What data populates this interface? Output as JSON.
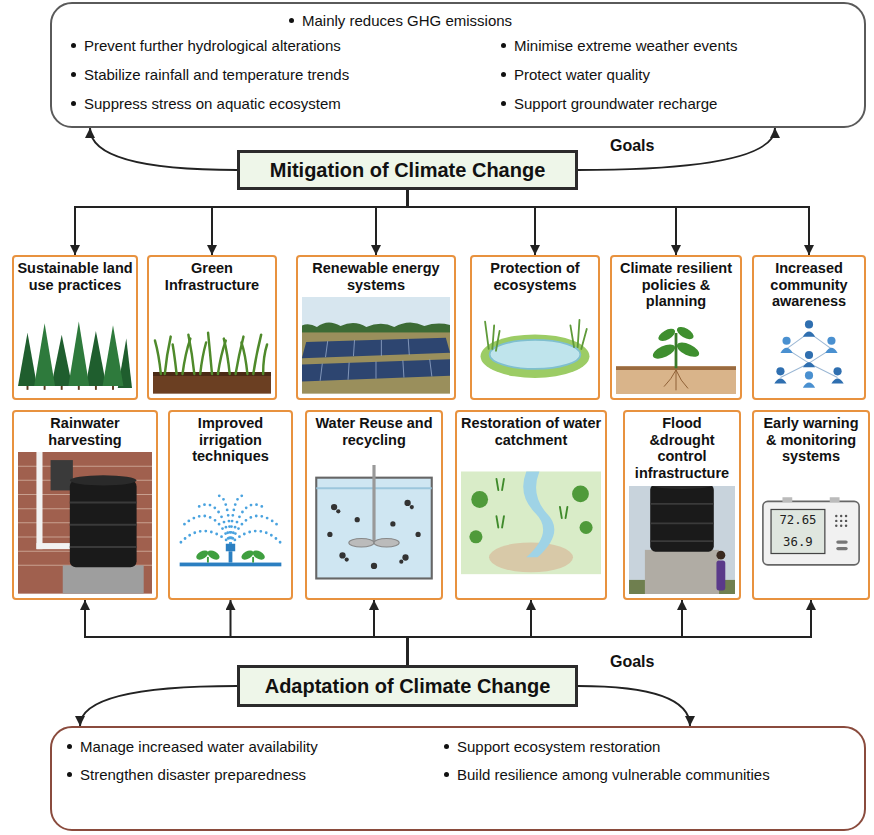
{
  "diagram": {
    "nodes": [
      {
        "text": [
          "Mainly reduces GHG emissions",
          "Prevent further hydrological alterations",
          "Minimise extreme weather events",
          "Stabilize rainfall and temperature trends",
          "Protect water quality",
          "Suppress stress on aquatic ecosystem",
          "Support groundwater recharge"
        ]
      },
      {
        "text": [
          "Mitigation of Climate Change"
        ]
      },
      {
        "text": [
          "Sustainable land use practices"
        ]
      },
      {
        "text": [
          "Green Infrastructure"
        ]
      },
      {
        "text": [
          "Renewable energy systems"
        ]
      },
      {
        "text": [
          "Protection of ecosystems"
        ]
      },
      {
        "text": [
          "Climate resilient policies & planning"
        ]
      },
      {
        "text": [
          "Increased community awareness"
        ]
      },
      {
        "text": [
          "Rainwater harvesting"
        ]
      },
      {
        "text": [
          "Improved irrigation techniques"
        ]
      },
      {
        "text": [
          "Water Reuse and recycling"
        ]
      },
      {
        "text": [
          "Restoration of water catchment"
        ]
      },
      {
        "text": [
          "Flood &drought control infrastructure"
        ]
      },
      {
        "text": [
          "Early warning & monitoring systems"
        ]
      },
      {
        "text": [
          "Adaptation of Climate Change"
        ]
      },
      {
        "text": [
          "Manage increased water availability",
          "Support ecosystem restoration",
          "Strengthen disaster preparedness",
          "Build resilience among vulnerable communities"
        ]
      }
    ],
    "edges": [
      {
        "from": 1,
        "to": 0,
        "arrow": "to"
      },
      {
        "from": 1,
        "to": 0,
        "arrow": "to",
        "label": "Goals"
      },
      {
        "from": 1,
        "to": 2,
        "arrow": "to"
      },
      {
        "from": 1,
        "to": 3,
        "arrow": "to"
      },
      {
        "from": 1,
        "to": 4,
        "arrow": "to"
      },
      {
        "from": 1,
        "to": 5,
        "arrow": "to"
      },
      {
        "from": 1,
        "to": 6,
        "arrow": "to"
      },
      {
        "from": 1,
        "to": 7,
        "arrow": "to"
      },
      {
        "from": 14,
        "to": 15,
        "arrow": "to"
      },
      {
        "from": 14,
        "to": 15,
        "arrow": "to",
        "label": "Goals"
      },
      {
        "from": 14,
        "to": 8,
        "arrow": "to"
      },
      {
        "from": 14,
        "to": 9,
        "arrow": "to"
      },
      {
        "from": 14,
        "to": 10,
        "arrow": "to"
      },
      {
        "from": 14,
        "to": 11,
        "arrow": "to"
      },
      {
        "from": 14,
        "to": 12,
        "arrow": "to"
      },
      {
        "from": 14,
        "to": 13,
        "arrow": "to"
      }
    ],
    "labels": [
      "72.65",
      "36.9"
    ]
  }
}
